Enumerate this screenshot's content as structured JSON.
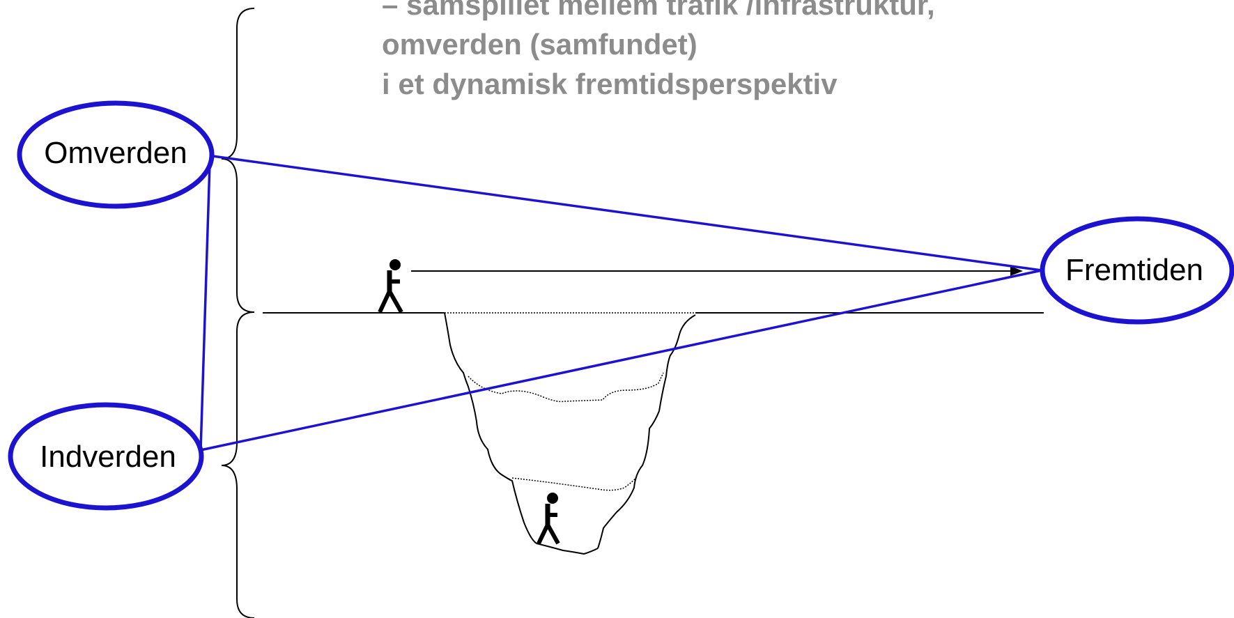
{
  "title_lines": [
    "– samspillet mellem trafik /infrastruktur,",
    "omverden (samfundet)",
    "i et dynamisk fremtidsperspektiv"
  ],
  "nodes": {
    "omverden": "Omverden",
    "indverden": "Indverden",
    "fremtiden": "Fremtiden"
  },
  "colors": {
    "title": "#8c8c8c",
    "ellipse": "#1c12d0",
    "line": "#000000"
  }
}
